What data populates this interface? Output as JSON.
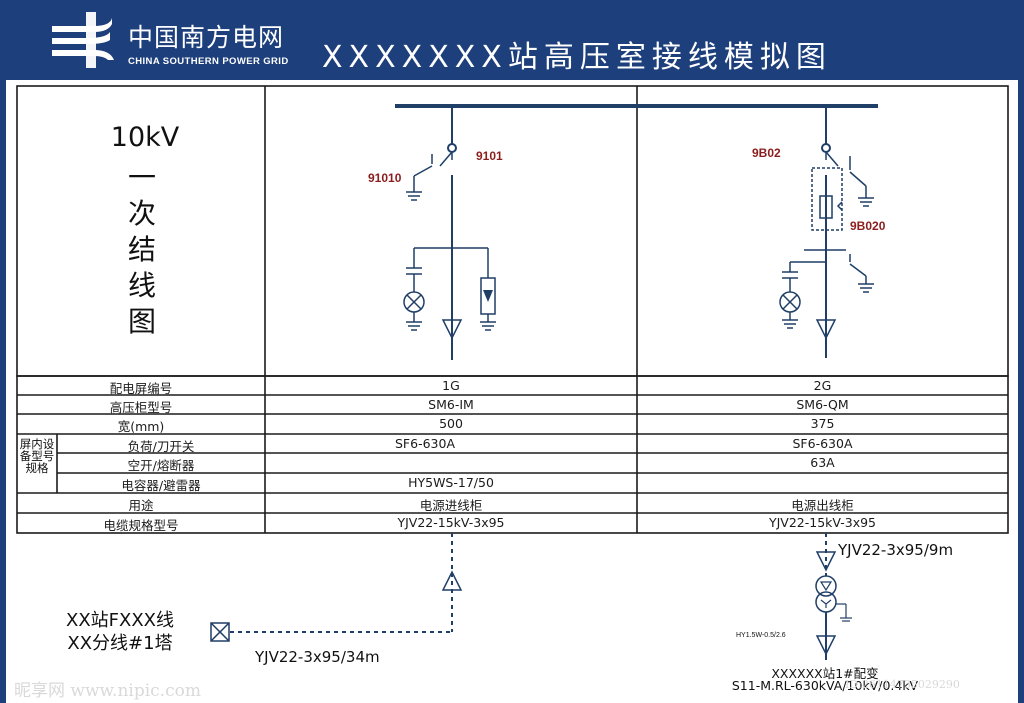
{
  "header": {
    "logo_cn": "中国南方电网",
    "logo_en": "CHINA SOUTHERN POWER GRID",
    "title": "XXXXXXX站高压室接线模拟图"
  },
  "diagram": {
    "side_title_line1": "10kV",
    "side_title_line2": "一次结线图",
    "panel1_labels": {
      "switch": "9101",
      "earth": "91010"
    },
    "panel2_labels": {
      "switch": "9B02",
      "earth": "9B020"
    }
  },
  "table": {
    "rows": [
      {
        "label": "配电屏编号",
        "c1": "1G",
        "c2": "2G"
      },
      {
        "label": "高压柜型号",
        "c1": "SM6-IM",
        "c2": "SM6-QM"
      },
      {
        "label": "宽(mm)",
        "c1": "500",
        "c2": "375"
      },
      {
        "label": "负荷/刀开关",
        "c1": "SF6-630A",
        "c2": "SF6-630A"
      },
      {
        "label": "空开/熔断器",
        "c1": "",
        "c2": "63A"
      },
      {
        "label": "电容器/避雷器",
        "c1": "HY5WS-17/50",
        "c2": ""
      },
      {
        "label": "用途",
        "c1": "电源进线柜",
        "c2": "电源出线柜"
      },
      {
        "label": "电缆规格型号",
        "c1": "YJV22-15kV-3x95",
        "c2": "YJV22-15kV-3x95"
      }
    ],
    "group_label": "屏内设备型号规格"
  },
  "lower": {
    "source_line1": "XX站FXXX线",
    "source_line2": "XX分线#1塔",
    "cable_in": "YJV22-3x95/34m",
    "cable_out": "YJV22-3x95/9m",
    "arrester_label": "HY1.5W-0.5/2.6",
    "transformer_line1": "XXXXXX站1#配变",
    "transformer_line2": "S11-M.RL-630kVA/10kV/0.4kV"
  },
  "watermark": {
    "left": "昵享网 www.nipic.com",
    "right": "ID:26114735029290"
  },
  "colors": {
    "navy": "#1d3f7c",
    "line": "#1f3f66",
    "label_red": "#8b1d1d"
  }
}
